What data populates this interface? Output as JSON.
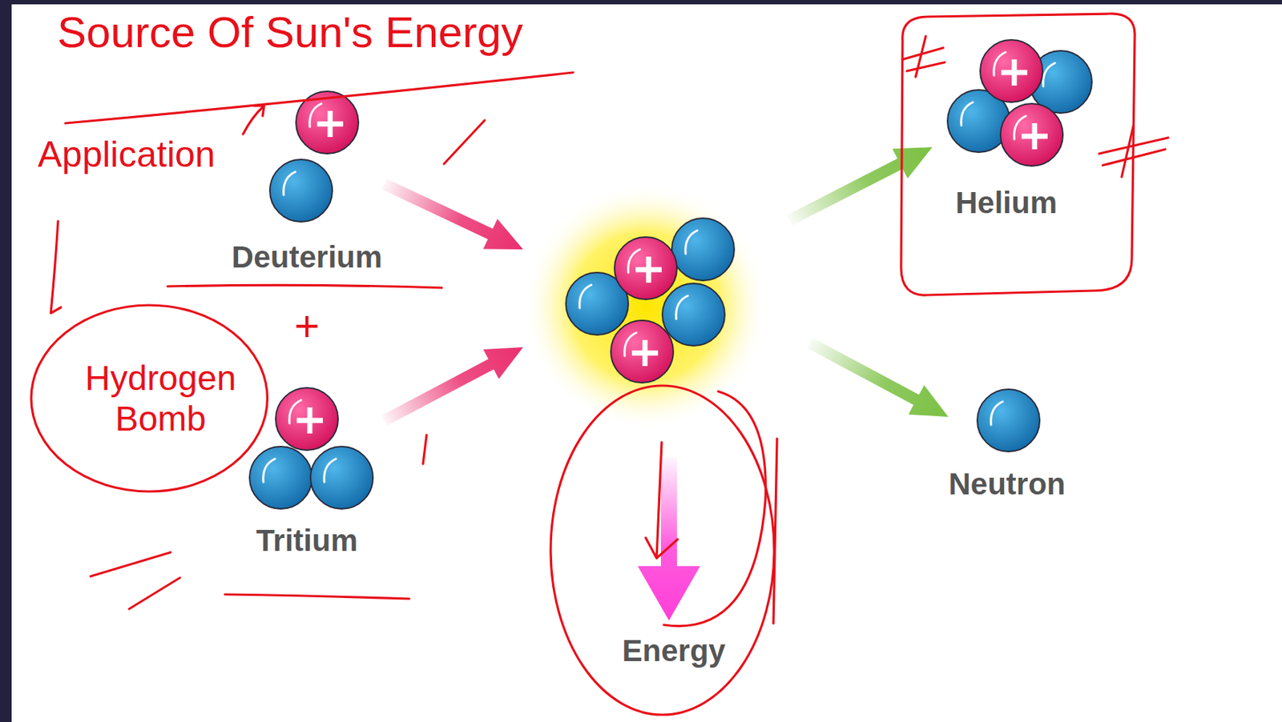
{
  "diagram": {
    "title": "Source Of Sun's Energy",
    "nodes": [
      {
        "text": [
          "Deuterium"
        ]
      },
      {
        "text": [
          "Hydrogen Bomb"
        ]
      },
      {
        "text": [
          "Tritium"
        ]
      },
      {
        "text": [
          "Helium"
        ]
      },
      {
        "text": [
          "Neutron"
        ]
      },
      {
        "text": [
          "Energy"
        ]
      }
    ],
    "labels": [
      "Application",
      "+"
    ]
  }
}
